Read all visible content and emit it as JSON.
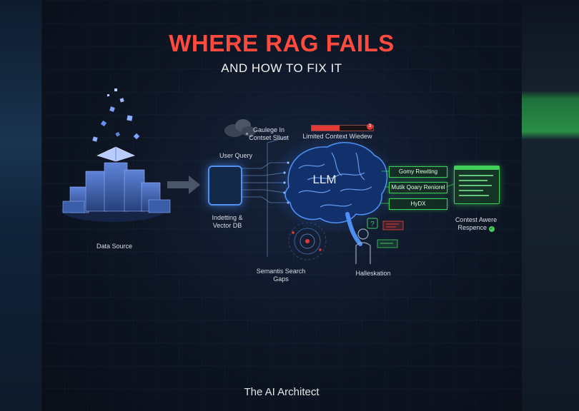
{
  "title": "WHERE RAG FAILS",
  "subtitle": "AND HOW TO FIX IT",
  "nodes": {
    "data_source": "Data Source",
    "user_query": "User Query",
    "indexing": [
      "Indetting &",
      "Vector DB"
    ],
    "garbage": [
      "Gaulege In",
      "Contset Sllust"
    ],
    "limited_context": "Limited Context Wiedew",
    "llm": "LLM",
    "semantic_gaps": [
      "Semantis Search",
      "Gaps"
    ],
    "hallucination": "Halleskation",
    "fixes": [
      "Gomy Rewiting",
      "Mutik Qoary Reniorel",
      "HyDX"
    ],
    "response": [
      "Contest Awere",
      "Respence"
    ]
  },
  "context_counter": "3",
  "context_fill": 0.45,
  "footer": "The AI Architect",
  "colors": {
    "title": "#ff4a3d",
    "accent_blue": "#4d8ff2",
    "accent_green": "#3fcf5a",
    "warning_red": "#e23b35"
  }
}
